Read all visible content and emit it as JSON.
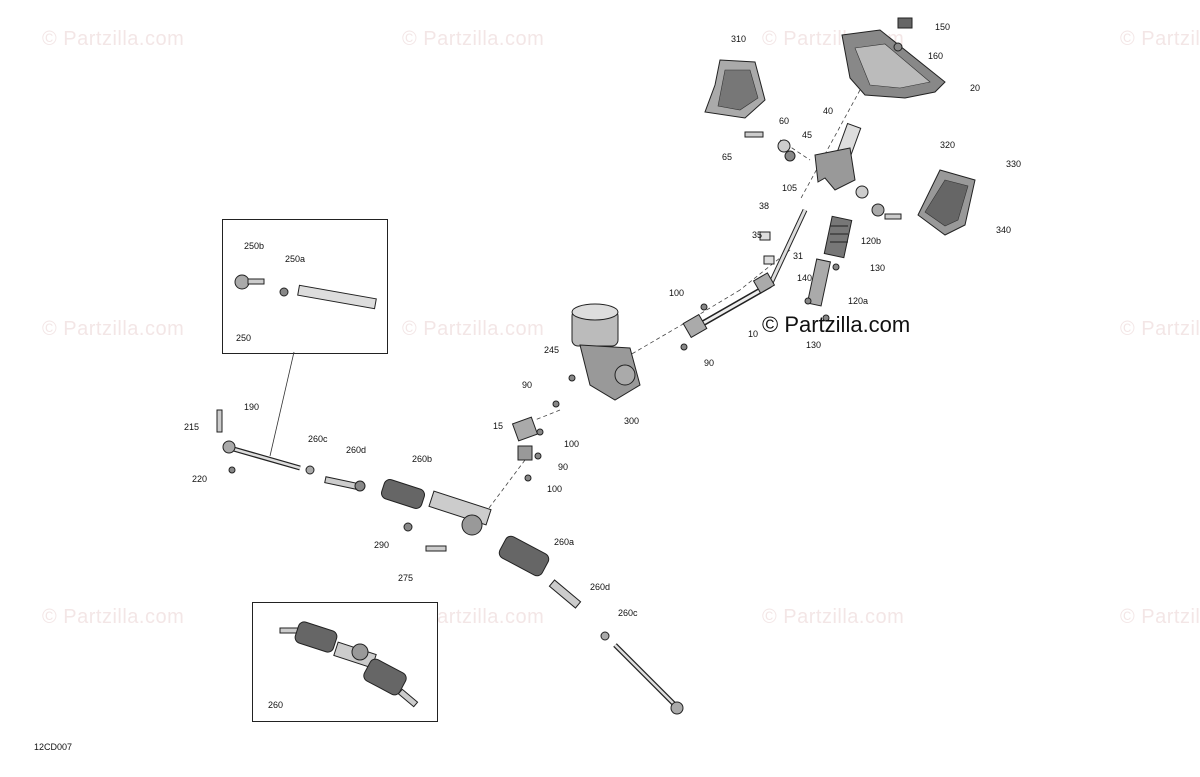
{
  "watermark": "© Partzilla.com",
  "brand": "© Partzilla.com",
  "diagram_code": "12CD007",
  "insets": [
    {
      "id": "250",
      "label": "250",
      "sub": [
        "250b",
        "250a"
      ]
    },
    {
      "id": "260",
      "label": "260"
    }
  ],
  "callouts": [
    "150",
    "160",
    "20",
    "310",
    "40",
    "60",
    "45",
    "65",
    "105",
    "320",
    "330",
    "340",
    "38",
    "35",
    "31",
    "120b",
    "130",
    "140",
    "120a",
    "130",
    "100",
    "10",
    "90",
    "245",
    "300",
    "90",
    "15",
    "100",
    "90",
    "100",
    "215",
    "190",
    "220",
    "260c",
    "260d",
    "260b",
    "290",
    "275",
    "260a",
    "260d",
    "260c"
  ]
}
